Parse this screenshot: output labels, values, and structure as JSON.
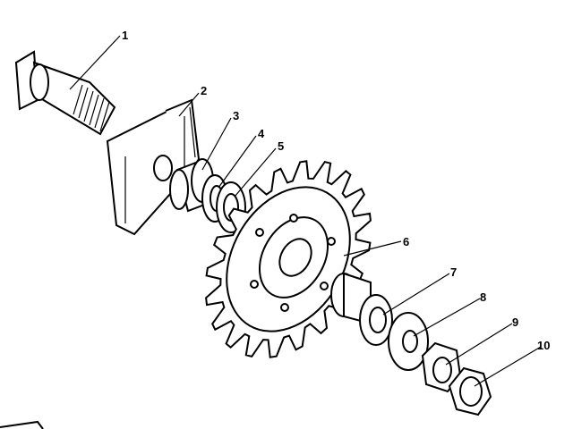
{
  "diagram": {
    "title": "Exploded view of sprocket tensioner assembly",
    "callouts": [
      {
        "id": "1",
        "label": "1"
      },
      {
        "id": "2",
        "label": "2"
      },
      {
        "id": "3",
        "label": "3"
      },
      {
        "id": "4",
        "label": "4"
      },
      {
        "id": "5",
        "label": "5"
      },
      {
        "id": "6",
        "label": "6"
      },
      {
        "id": "7",
        "label": "7"
      },
      {
        "id": "8",
        "label": "8"
      },
      {
        "id": "9",
        "label": "9"
      },
      {
        "id": "10",
        "label": "10"
      }
    ],
    "colors": {
      "ink": "#000000",
      "paper": "#ffffff"
    }
  }
}
